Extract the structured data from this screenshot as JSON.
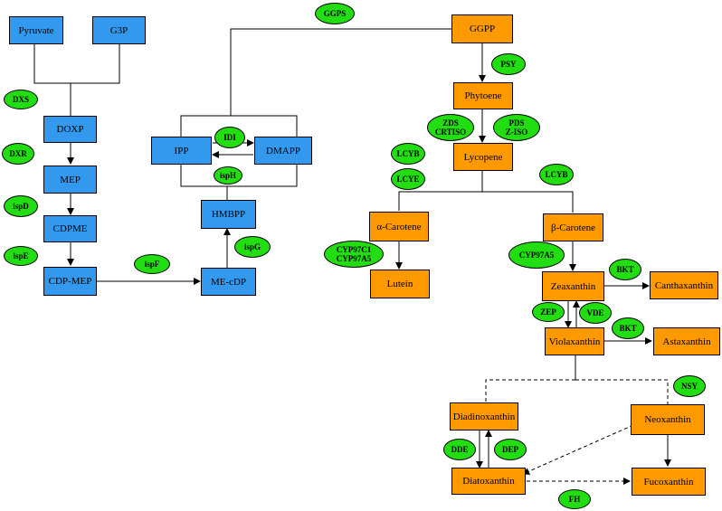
{
  "nodes": {
    "pyruvate": "Pyruvate",
    "g3p": "G3P",
    "doxp": "DOXP",
    "mep": "MEP",
    "cdpme": "CDPME",
    "cdp_mep": "CDP-MEP",
    "me_cdp": "ME-cDP",
    "hmbpp": "HMBPP",
    "ipp": "IPP",
    "dmapp": "DMAPP",
    "ggpp": "GGPP",
    "phytoene": "Phytoene",
    "lycopene": "Lycopene",
    "alpha_carotene": "α-Carotene",
    "beta_carotene": "β-Carotene",
    "lutein": "Lutein",
    "zeaxanthin": "Zeaxanthin",
    "canthaxanthin": "Canthaxanthin",
    "violaxanthin": "Violaxanthin",
    "astaxanthin": "Astaxanthin",
    "diadinoxanthin": "Diadinoxanthin",
    "neoxanthin": "Neoxanthin",
    "diatoxanthin": "Diatoxanthin",
    "fucoxanthin": "Fucoxanthin"
  },
  "enzymes": {
    "dxs": "DXS",
    "dxr": "DXR",
    "ispd": "ispD",
    "ispe": "ispE",
    "ispf": "ispF",
    "ispg": "ispG",
    "isph": "ispH",
    "idi": "IDI",
    "ggps": "GGPS",
    "psy": "PSY",
    "zds_1": "ZDS",
    "zds_2": "CRTISO",
    "pds_1": "PDS",
    "pds_2": "Z-ISO",
    "lcyb_1": "LCYB",
    "lcye": "LCYE",
    "lcyb_2": "LCYB",
    "cyp_a_1": "CYP97C1",
    "cyp_a_2": "CYP97A5",
    "cyp_b": "CYP97A5",
    "bkt_1": "BKT",
    "bkt_2": "BKT",
    "zep": "ZEP",
    "vde": "VDE",
    "nsy": "NSY",
    "dde": "DDE",
    "dep": "DEP",
    "fh": "FH"
  },
  "colors": {
    "mep_pathway_box": "#3399ee",
    "carotenoid_box": "#ff9900",
    "enzyme_oval": "#22dd11",
    "line": "#000000"
  }
}
